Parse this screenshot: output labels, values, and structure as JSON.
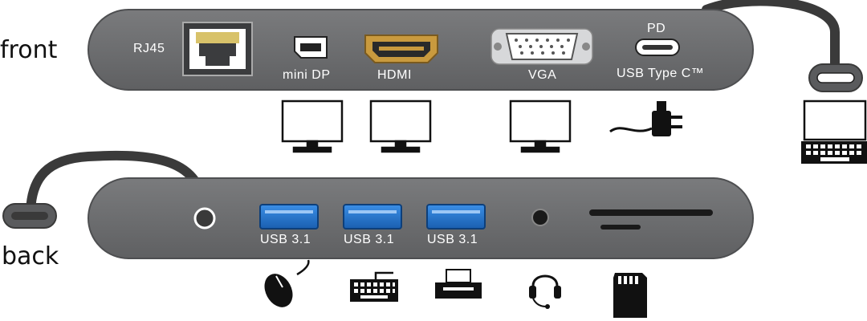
{
  "sides": {
    "front": "front",
    "back": "back"
  },
  "front_ports": {
    "rj45": "RJ45",
    "mini_dp": "mini DP",
    "hdmi": "HDMI",
    "vga": "VGA",
    "pd": "PD",
    "usb_c": "USB  Type C™"
  },
  "back_ports": {
    "usb1": "USB 3.1",
    "usb2": "USB 3.1",
    "usb3": "USB 3.1"
  },
  "colors": {
    "hub_body": "#6d6e70",
    "hub_dark": "#4e4f51",
    "usb_blue": "#1f6fc8",
    "hdmi_gold": "#c99a3e",
    "cable": "#3a3a3a"
  },
  "icons": [
    "monitor-icon",
    "monitor-icon",
    "monitor-icon",
    "power-adapter-icon",
    "laptop-icon",
    "mouse-icon",
    "keyboard-icon",
    "printer-icon",
    "headset-icon",
    "sd-card-icon"
  ]
}
